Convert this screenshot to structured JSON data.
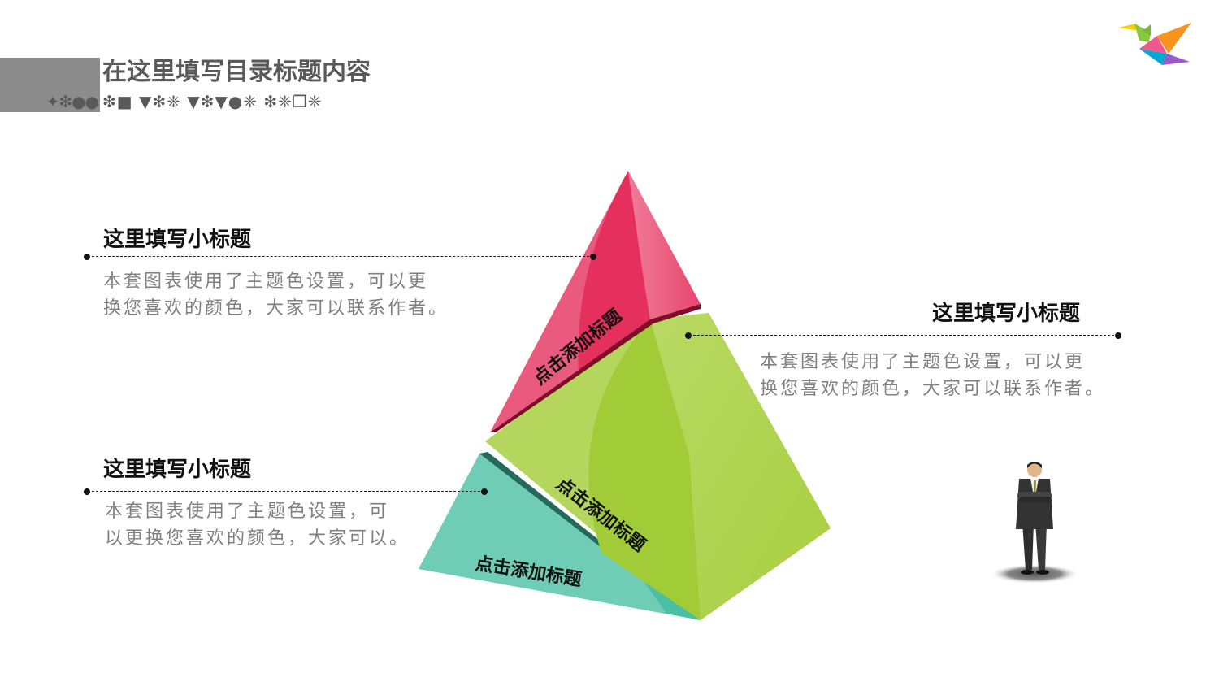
{
  "header": {
    "title": "在这里填写目录标题内容",
    "subtitle_glyphs": "❇■ ▼❇❈ ▼❇▼●❈ ❇❈❒❈",
    "block_glyphs": "✦❇●●",
    "block_color": "#8c8c8c"
  },
  "logo": {
    "name": "origami-bird-logo"
  },
  "callouts": [
    {
      "title": "这里填写小标题",
      "body_line1": "本套图表使用了主题色设置，可以更",
      "body_line2": "换您喜欢的颜色，大家可以联系作者。"
    },
    {
      "title": "这里填写小标题",
      "body_line1": "本套图表使用了主题色设置，可以更",
      "body_line2": "换您喜欢的颜色，大家可以联系作者。"
    },
    {
      "title": "这里填写小标题",
      "body_line1": "本套图表使用了主题色设置，可",
      "body_line2": "以更换您喜欢的颜色，大家可以。"
    }
  ],
  "pyramid": {
    "segments": [
      {
        "label": "点击添加标题",
        "color": "#e83160"
      },
      {
        "label": "点击添加标题",
        "color": "#a2cb38"
      },
      {
        "label": "点击添加标题",
        "color": "#6fcdb5"
      }
    ]
  },
  "figure": {
    "name": "businessman-figure"
  }
}
